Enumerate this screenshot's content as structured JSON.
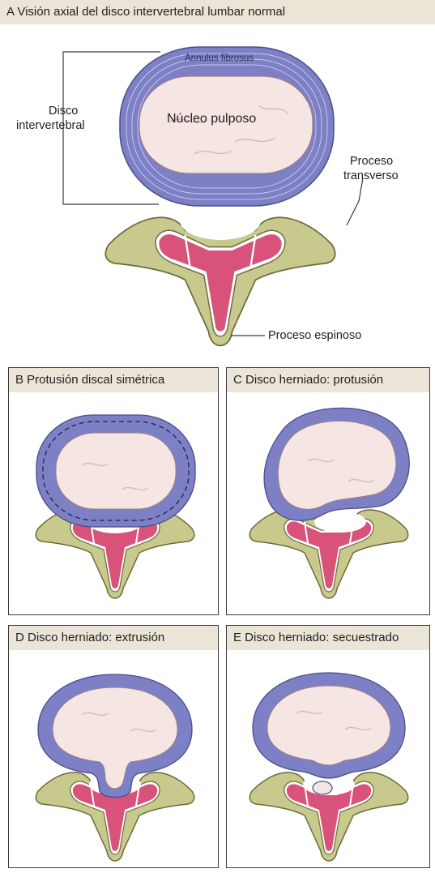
{
  "panels": {
    "a": {
      "title": "A  Visión axial del disco intervertebral lumbar normal",
      "labels": {
        "annulus": "Annulus fibrosus",
        "nucleus": "Núcleo pulposo",
        "disc_line1": "Disco",
        "disc_line2": "intervertebral",
        "transverse_line1": "Proceso",
        "transverse_line2": "transverso",
        "spinous": "Proceso espinoso"
      }
    },
    "b": {
      "title": "B  Protusión discal simétrica"
    },
    "c": {
      "title": "C  Disco herniado: protusión"
    },
    "d": {
      "title": "D  Disco herniado: extrusión"
    },
    "e": {
      "title": "E  Disco herniado: secuestrado"
    }
  },
  "colors": {
    "header_bg": "#eae5d6",
    "annulus": "#7d80c4",
    "annulus_ring": "#c3c6ec",
    "nucleus": "#f5e6e4",
    "bone": "#c8c98c",
    "marrow": "#d8527a",
    "frame": "#3b3b3b"
  }
}
